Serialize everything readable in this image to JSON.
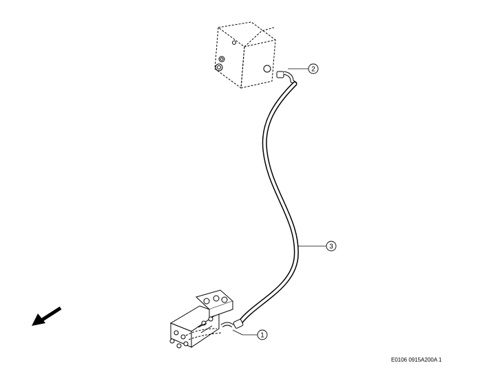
{
  "callouts": [
    {
      "label": "1",
      "part": "fitting at control valve"
    },
    {
      "label": "2",
      "part": "fitting at tank"
    },
    {
      "label": "3",
      "part": "hose"
    }
  ],
  "reference_code": "E0106 0915A200A 1",
  "colors": {
    "line": "#000000",
    "background": "#ffffff",
    "hose": "#ffffff"
  }
}
